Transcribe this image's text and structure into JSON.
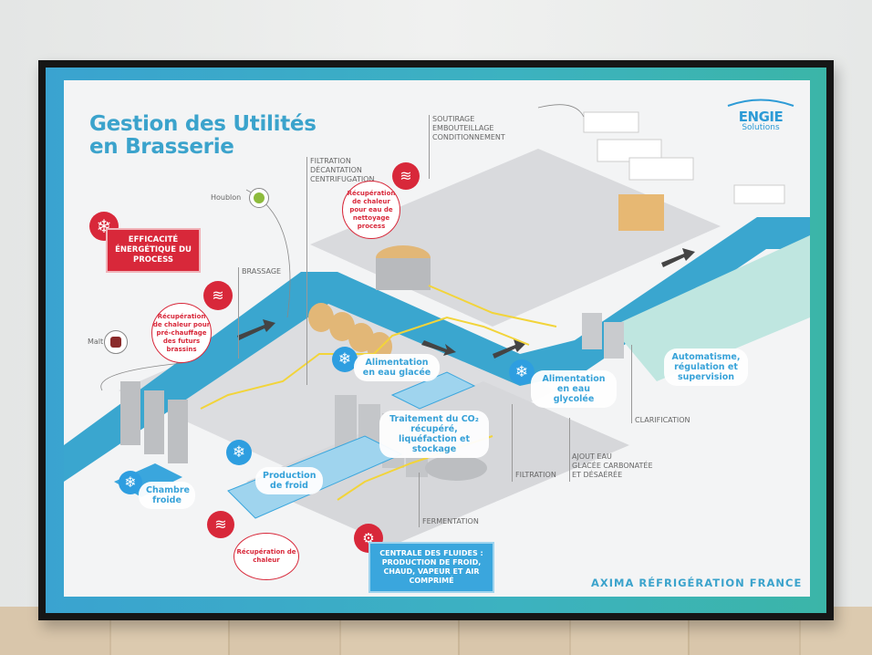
{
  "poster": {
    "title_line1": "Gestion des Utilités",
    "title_line2": "en Brasserie",
    "brand": {
      "name": "ENGIE",
      "sub": "Solutions"
    },
    "footer": "AXIMA RÉFRIGÉRATION FRANCE",
    "efficiency_box": "EFFICACITÉ ÉNERGÉTIQUE DU PROCESS",
    "stages": {
      "soutirage": [
        "SOUTIRAGE",
        "EMBOUTEILLAGE",
        "CONDITIONNEMENT"
      ],
      "filtration_top": [
        "FILTRATION",
        "DÉCANTATION",
        "CENTRIFUGATION"
      ],
      "houblon": "Houblon",
      "brassage": "BRASSAGE",
      "malt": "Malt",
      "clarification": "CLARIFICATION",
      "ajout_eau": [
        "AJOUT EAU",
        "GLACÉE CARBONATÉE",
        "ET DÉSAÉRÉE"
      ],
      "filtration": "FILTRATION",
      "fermentation": "FERMENTATION"
    },
    "heat_recovery": {
      "nettoyage": "Récupération de chaleur pour eau de nettoyage process",
      "prechauffage": "Récupération de chaleur pour pré-chauffage des futurs brassins",
      "chaleur": "Récupération de chaleur"
    },
    "callouts": {
      "eau_glacee": "Alimentation en eau glacée",
      "eau_glycolee": "Alimentation en eau glycolée",
      "automatisme": "Automatisme, régulation et supervision",
      "co2": "Traitement du CO₂ récupéré, liquéfaction et stockage",
      "production_froid": "Production de froid",
      "chambre_froide": "Chambre froide"
    },
    "centrale_box": "CENTRALE DES FLUIDES : PRODUCTION DE FROID, CHAUD, VAPEUR ET AIR COMPRIMÉ",
    "colors": {
      "blue": "#3ba3cc",
      "red": "#d8283a",
      "teal": "#3bb5a8"
    }
  }
}
